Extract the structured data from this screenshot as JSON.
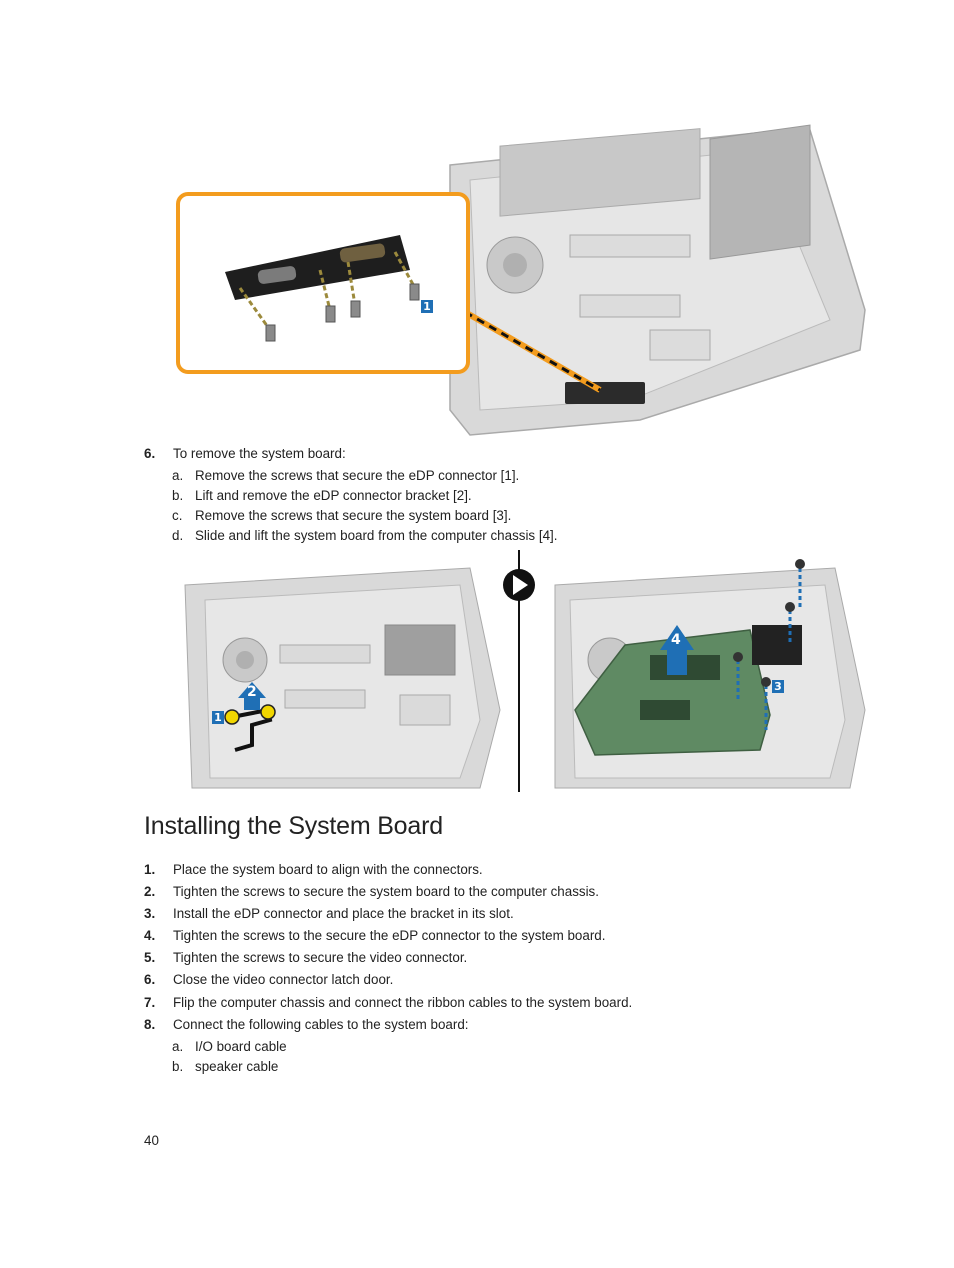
{
  "figure_top": {
    "callout": "1"
  },
  "removal_steps": {
    "number": "6.",
    "text": "To remove the system board:",
    "substeps": [
      {
        "label": "a.",
        "text": "Remove the screws that secure the eDP connector [1]."
      },
      {
        "label": "b.",
        "text": "Lift and remove the eDP connector bracket [2]."
      },
      {
        "label": "c.",
        "text": "Remove the screws that secure the system board [3]."
      },
      {
        "label": "d.",
        "text": "Slide and lift the system board from the computer chassis [4]."
      }
    ]
  },
  "figure_middle": {
    "callouts": [
      "1",
      "2",
      "3",
      "4"
    ]
  },
  "section": {
    "title": "Installing the System Board",
    "steps": [
      {
        "number": "1.",
        "text": "Place the system board to align with the connectors."
      },
      {
        "number": "2.",
        "text": "Tighten the screws to secure the system board to the computer chassis."
      },
      {
        "number": "3.",
        "text": "Install the eDP connector and place the bracket in its slot."
      },
      {
        "number": "4.",
        "text": "Tighten the screws to the secure the eDP connector to the system board."
      },
      {
        "number": "5.",
        "text": "Tighten the screws to secure the video connector."
      },
      {
        "number": "6.",
        "text": "Close the video connector latch door."
      },
      {
        "number": "7.",
        "text": "Flip the computer chassis and connect the ribbon cables to the system board."
      },
      {
        "number": "8.",
        "text": "Connect the following cables to the system board:"
      }
    ],
    "substeps": [
      {
        "label": "a.",
        "text": "I/O board cable"
      },
      {
        "label": "b.",
        "text": "speaker cable"
      }
    ]
  },
  "page_number": "40",
  "colors": {
    "callout_blue": "#1f6fb5",
    "highlight_orange": "#f39c1e",
    "board_green": "#5f8a63"
  }
}
